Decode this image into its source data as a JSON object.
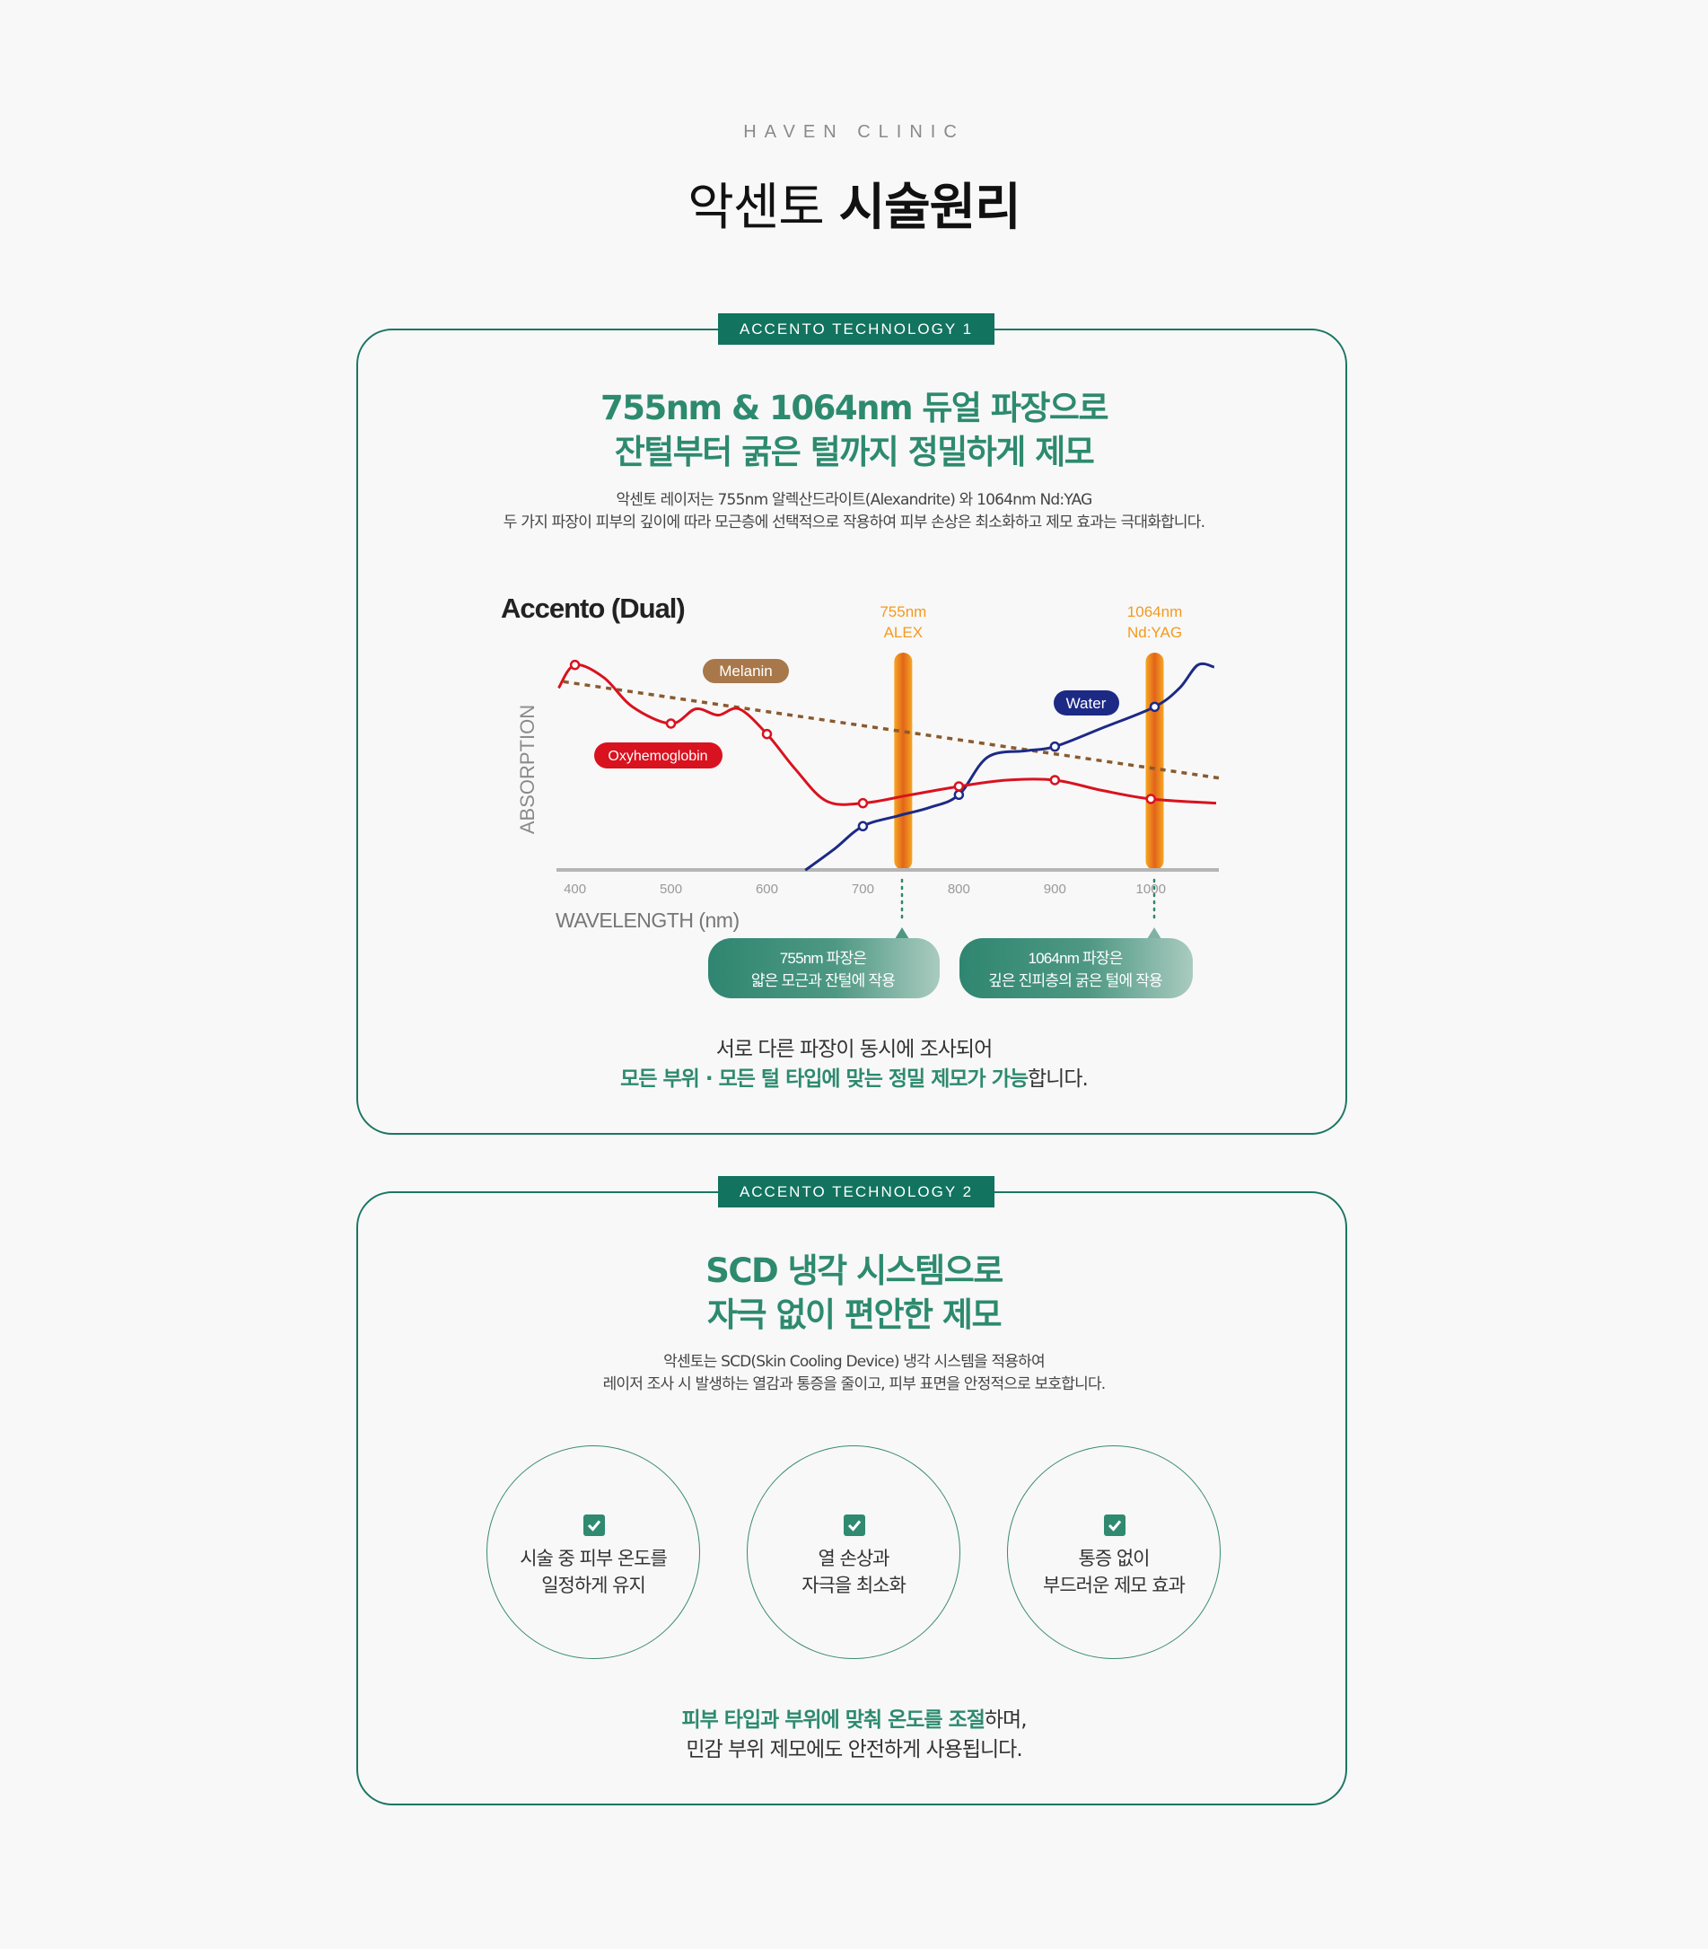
{
  "header": {
    "brand": "HAVEN CLINIC",
    "title_light": "악센토",
    "title_bold": "시술원리"
  },
  "colors": {
    "accent": "#2d8a6e",
    "badge": "#12735f",
    "oxy": "#d9121f",
    "water": "#1c2a86",
    "melanin": "#8a5a2e",
    "band": "#f39a1e"
  },
  "tech1": {
    "badge": "ACCENTO TECHNOLOGY 1",
    "heading": [
      "755nm & 1064nm 듀얼 파장으로",
      "잔털부터 굵은 털까지 정밀하게 제모"
    ],
    "desc": [
      "악센토 레이저는 755nm 알렉산드라이트(Alexandrite) 와 1064nm Nd:YAG",
      "두 가지 파장이 피부의 깊이에 따라 모근층에 선택적으로 작용하여 피부 손상은 최소화하고 제모 효과는 극대화합니다."
    ],
    "callouts": [
      {
        "line1": "755nm 파장은",
        "line2": "얇은 모근과 잔털에 작용"
      },
      {
        "line1": "1064nm 파장은",
        "line2": "깊은 진피층의 굵은 털에 작용"
      }
    ],
    "summary_line1": "서로 다른 파장이 동시에 조사되어",
    "summary_highlight": "모든 부위 · 모든 털 타입에 맞는 정밀 제모가 가능",
    "summary_tail": "합니다."
  },
  "chart_data": {
    "type": "line",
    "title": "Accento (Dual)",
    "xlabel": "WAVELENGTH (nm)",
    "ylabel": "ABSORPTION",
    "xlim": [
      385,
      1070
    ],
    "ylim": [
      0,
      100
    ],
    "x_ticks": [
      400,
      500,
      600,
      700,
      800,
      900,
      "1000"
    ],
    "series": [
      {
        "name": "Oxyhemoglobin",
        "color": "#d9121f",
        "style": "solid",
        "points": [
          [
            383,
            87
          ],
          [
            400,
            98
          ],
          [
            430,
            92
          ],
          [
            460,
            78
          ],
          [
            500,
            70
          ],
          [
            526,
            77
          ],
          [
            549,
            74
          ],
          [
            571,
            77
          ],
          [
            600,
            65
          ],
          [
            630,
            48
          ],
          [
            662,
            33
          ],
          [
            700,
            32
          ],
          [
            750,
            36
          ],
          [
            800,
            40
          ],
          [
            850,
            43
          ],
          [
            900,
            43
          ],
          [
            950,
            38
          ],
          [
            1000,
            34
          ],
          [
            1068,
            32
          ]
        ],
        "markers": [
          400,
          500,
          600,
          700,
          800,
          900,
          1000
        ]
      },
      {
        "name": "Water",
        "color": "#1c2a86",
        "style": "solid",
        "points": [
          [
            640,
            0
          ],
          [
            670,
            10
          ],
          [
            700,
            21
          ],
          [
            737,
            26
          ],
          [
            770,
            30
          ],
          [
            800,
            36
          ],
          [
            830,
            54
          ],
          [
            870,
            57
          ],
          [
            900,
            59
          ],
          [
            950,
            68
          ],
          [
            1004,
            78
          ],
          [
            1030,
            87
          ],
          [
            1049,
            98
          ],
          [
            1066,
            97
          ]
        ],
        "markers": [
          700,
          800,
          900,
          1004
        ]
      },
      {
        "name": "Melanin",
        "color": "#8a5a2e",
        "style": "dashed",
        "points": [
          [
            388,
            90
          ],
          [
            1071,
            44
          ]
        ],
        "markers": []
      }
    ],
    "bands": [
      {
        "label1": "755nm",
        "label2": "ALEX",
        "x": 742
      },
      {
        "label1": "1064nm",
        "label2": "Nd:YAG",
        "x": 1004
      }
    ]
  },
  "tech2": {
    "badge": "ACCENTO TECHNOLOGY 2",
    "heading": [
      "SCD 냉각 시스템으로",
      "자극 없이 편안한 제모"
    ],
    "desc": [
      "악센토는 SCD(Skin Cooling Device) 냉각 시스템을 적용하여",
      "레이저 조사 시 발생하는 열감과 통증을 줄이고, 피부 표면을 안정적으로 보호합니다."
    ],
    "features": [
      {
        "line1": "시술 중 피부 온도를",
        "line2": "일정하게 유지"
      },
      {
        "line1": "열 손상과",
        "line2": "자극을 최소화"
      },
      {
        "line1": "통증 없이",
        "line2": "부드러운 제모 효과"
      }
    ],
    "summary_highlight": "피부 타입과 부위에 맞춰 온도를 조절",
    "summary_tail": "하며,",
    "summary_line2": "민감 부위 제모에도 안전하게 사용됩니다."
  }
}
